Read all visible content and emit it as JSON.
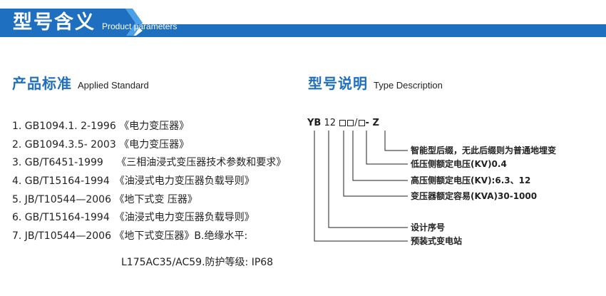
{
  "banner": {
    "title": "型号含义",
    "subtitle": "Product parameters",
    "colors": {
      "primary": "#1e6fc0",
      "accent": "#4aa0e6"
    }
  },
  "standard": {
    "title_cn": "产品标准",
    "title_en": "Applied Standard",
    "items": [
      "1. GB1094.1. 2-1996 《电力变压器》",
      "2. GB1094.3.5- 2003 《电力变压器》",
      "3. GB/T6451-1999　 《三相油浸式变压器技术参数和要求》",
      "4. GB/T15164-1994　《油浸式电力变压器负载导则》",
      "5. JB/T10544—2006 《地下式变 压器》",
      "6. GB/T15164-1994　《油浸式电力变压器负载导则》",
      "7. JB/T10544—2006 《地下式变压器》B.绝缘水平:"
    ],
    "continuation": "L175AC35/AC59.防护等级: IP68"
  },
  "type_desc": {
    "title_cn": "型号说明",
    "title_en": "Type Description",
    "code_prefix": "YB",
    "code_num": "12",
    "code_slash": "/",
    "code_suffix": "- Z",
    "labels": [
      "智能型后缀，无此后缀则为普通地埋变",
      "低压侧额定电压(KV)0.4",
      "高压侧额定电压(KV):6.3、12",
      "变压器额定容易(KVA)30-1000",
      "设计序号",
      "预装式变电站"
    ]
  }
}
